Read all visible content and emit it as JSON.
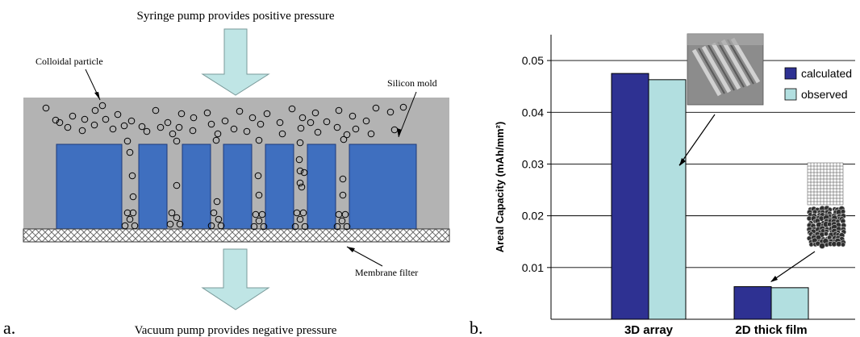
{
  "panel_a": {
    "label": "a.",
    "top_caption": "Syringe pump provides positive pressure",
    "bottom_caption": "Vacuum pump provides negative pressure",
    "colloid_label": "Colloidal particle",
    "mold_label": "Silicon mold",
    "membrane_label": "Membrane filter",
    "colors": {
      "arrow_fill": "#bfe5e5",
      "matrix": "#b3b3b3",
      "mold": "#3f6fbf",
      "membrane_pattern": "#6e6e6e"
    }
  },
  "panel_b": {
    "label": "b."
  },
  "chart_data": {
    "type": "bar",
    "categories": [
      "3D array",
      "2D thick film"
    ],
    "series": [
      {
        "name": "calculated",
        "values": [
          0.0475,
          0.0063
        ],
        "color": "#2e3192"
      },
      {
        "name": "observed",
        "values": [
          0.0463,
          0.0061
        ],
        "color": "#b2dfe0"
      }
    ],
    "ylabel": "Areal Capacity (mAh/mm²)",
    "xlabel": "",
    "ylim": [
      0,
      0.055
    ],
    "yticks": [
      0.01,
      0.02,
      0.03,
      0.04,
      0.05
    ],
    "ytick_labels": [
      "0.01",
      "0.02",
      "0.03",
      "0.04",
      "0.05"
    ],
    "grid": true,
    "legend_position": "top-right"
  }
}
